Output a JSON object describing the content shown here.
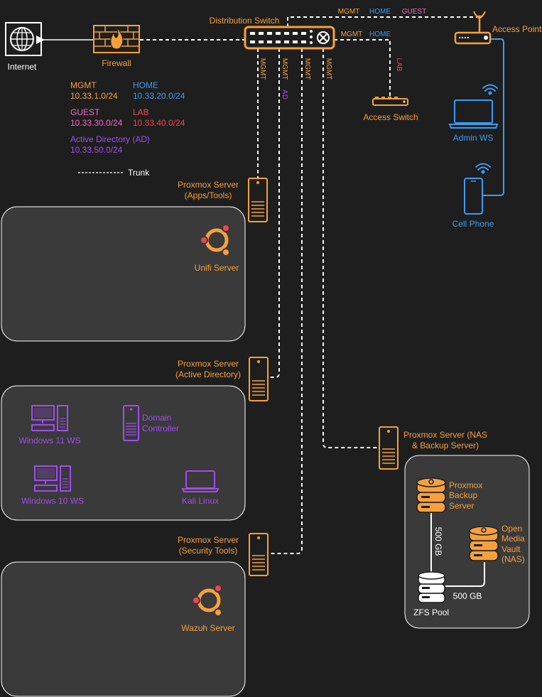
{
  "colors": {
    "background": "#1e1e1e",
    "orange": "#f7a03c",
    "blue": "#3d9bf2",
    "pink": "#ef6bc1",
    "red": "#f04452",
    "purple": "#a14cf0",
    "white": "#ffffff",
    "panel": "#3a3a3a"
  },
  "nodes": {
    "internet": "Internet",
    "firewall": "Firewall",
    "distribution_switch": "Distribution Switch",
    "access_point": "Access Point",
    "access_switch": "Access Switch",
    "admin_ws": "Admin WS",
    "cell_phone": "Cell Phone",
    "proxmox_apps": [
      "Proxmox Server",
      "(Apps/Tools)"
    ],
    "proxmox_ad": [
      "Proxmox Server",
      "(Active Directory)"
    ],
    "proxmox_security": [
      "Proxmox Server",
      "(Security Tools)"
    ],
    "proxmox_nas": [
      "Proxmox Server (NAS",
      "& Backup Server)"
    ],
    "unifi_server": "Unifi Server",
    "wazuh_server": "Wazuh Server",
    "windows11": "Windows 11 WS",
    "windows10": "Windows 10 WS",
    "domain_controller": [
      "Domain",
      "Controller"
    ],
    "kali_linux": "Kali Linux",
    "proxmox_backup": [
      "Proxmox",
      "Backup",
      "Server"
    ],
    "omv": [
      "Open",
      "Media",
      "Vault",
      "(NAS)"
    ],
    "zfs_pool": "ZFS Pool"
  },
  "legend": {
    "mgmt": {
      "name": "MGMT",
      "subnet": "10.33.1.0/24"
    },
    "home": {
      "name": "HOME",
      "subnet": "10.33.20.0/24"
    },
    "guest": {
      "name": "GUEST",
      "subnet": "10.33.30.0/24"
    },
    "lab": {
      "name": "LAB",
      "subnet": "10.33.40.0/24"
    },
    "ad": {
      "name": "Active Directory (AD)",
      "subnet": "10.33.50.0/24"
    },
    "trunk": "Trunk"
  },
  "links": {
    "top_mgmt": "MGMT",
    "top_home": "HOME",
    "top_guest": "GUEST",
    "ap_mgmt": "MGMT",
    "ap_home": "HOME",
    "lab": "LAB",
    "v_mgmt1": "MGMT",
    "v_mgmt2": "MGMT",
    "v_ad": "AD",
    "v_mgmt3": "MGMT",
    "v_mgmt4": "MGMT",
    "storage_500_v": "500 GB",
    "storage_500_h": "500 GB"
  }
}
